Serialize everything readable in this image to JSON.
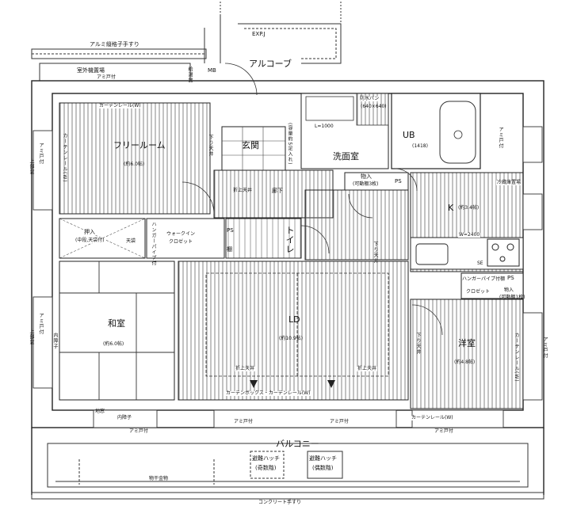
{
  "labels": {
    "alumi_fence": "アルミ縦格子手すり",
    "exp_joint": "EXP.J",
    "outdoor_unit": "室外機置場",
    "mb": "MB",
    "meter_box": "給湯器",
    "alcove": "アルコーブ",
    "screen_door": "アミ戸付",
    "curtain_rail_w": "カーテンレール(W)",
    "free_room": "フリールーム",
    "free_room_area": "(約6.0帖)",
    "drop_ceiling": "下り天井",
    "genkan": "玄関",
    "shoe_storage": "(容量約5足入れ)",
    "washroom": "洗面室",
    "l1000": "L=1000",
    "waterproof_pan": "防水パン",
    "pan_size": "(640×640)",
    "ub": "UB",
    "ub_size": "(1418)",
    "storage": "物入",
    "movable_shelf": "(可動棚3枚)",
    "ps": "PS",
    "kitchen": "K",
    "kitchen_area": "(約3.4帖)",
    "fridge": "冷蔵庫置場",
    "w2400": "W=2400",
    "raised_ceiling": "折上天井",
    "corridor": "廊下",
    "oshiire": "押入",
    "oshiire_note": "(中段,天袋付)",
    "tenbukuro": "天袋",
    "walkin": "ウォークイン",
    "closet": "クロゼット",
    "shelf": "棚",
    "pipe_hanger": "ハンガーパイプ付",
    "toilet": "トイレ",
    "washitsu": "和室",
    "washitsu_area": "(約6.0帖)",
    "ld": "LD",
    "ld_area": "(約10.9帖)",
    "youshitsu": "洋室",
    "youshitsu_area": "(約4.8帖)",
    "curtain_box": "カーテンボックス・カーテンレール(W)",
    "inner_shoji": "内障子",
    "sill": "地窓",
    "interior_shoji_side": "内障子",
    "pipe_shelf": "ハンガーパイプ付棚",
    "closet2": "クロゼット",
    "movable_shelf1": "物入",
    "movable_shelf1_note": "(可動棚1枚)",
    "balcony": "バルコニー",
    "hatch_odd": "避難ハッチ",
    "hatch_odd_floor": "(奇数階)",
    "hatch_even": "避難ハッチ",
    "hatch_even_floor": "(偶数階)",
    "laundry": "物干金物",
    "concrete_rail": "コンクリート手すり",
    "upper_window": "上部窓",
    "se": "SE"
  },
  "colors": {
    "line": "#222222",
    "hatch": "#555555",
    "fill": "#ffffff"
  }
}
